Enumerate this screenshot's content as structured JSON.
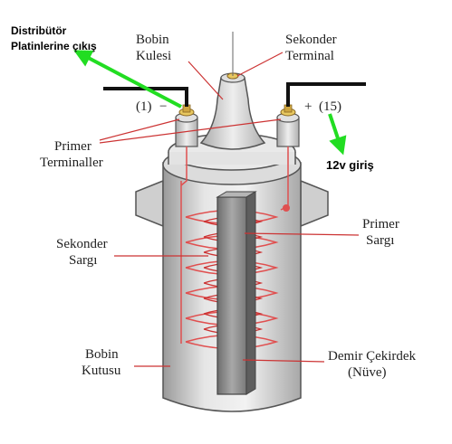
{
  "labels": {
    "distributor_line1": "Distribütör",
    "distributor_line2": "Platinlerine çıkış",
    "coil_tower_line1": "Bobin",
    "coil_tower_line2": "Kulesi",
    "secondary_terminal_line1": "Sekonder",
    "secondary_terminal_line2": "Terminal",
    "terminal_1": "(1)",
    "minus_sign": "−",
    "plus_sign": "+",
    "terminal_15": "(15)",
    "input_12v": "12v giriş",
    "primary_terminals_line1": "Primer",
    "primary_terminals_line2": "Terminaller",
    "primary_winding_line1": "Primer",
    "primary_winding_line2": "Sargı",
    "secondary_winding_line1": "Sekonder",
    "secondary_winding_line2": "Sargı",
    "coil_case_line1": "Bobin",
    "coil_case_line2": "Kutusu",
    "iron_core_line1": "Demir Çekirdek",
    "iron_core_line2": "(Nüve)"
  },
  "colors": {
    "arrow_green": "#22dd22",
    "leader_red": "#cc3333",
    "winding_red": "#e05050",
    "body_gray": "#d8d8d8",
    "wire_black": "#111111"
  }
}
